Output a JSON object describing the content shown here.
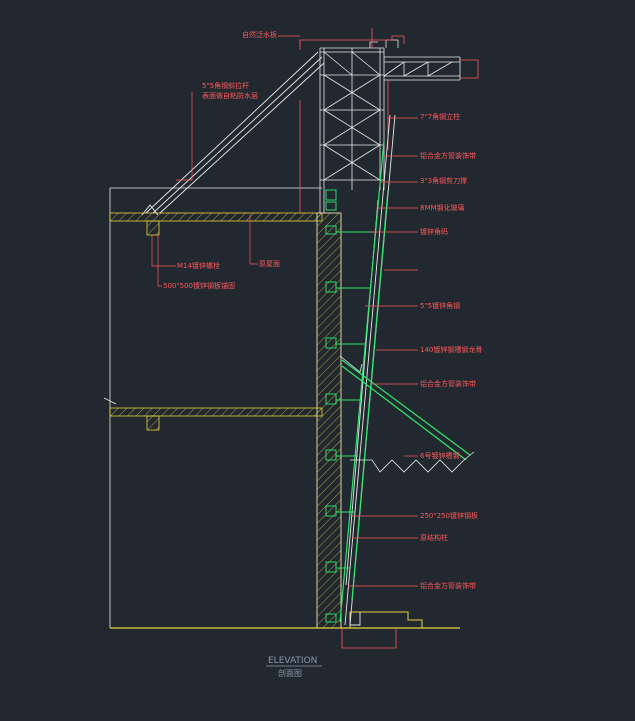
{
  "labels": {
    "top_board": "自然泛水板",
    "diagonal_rod_1": "5\"5角钢斜拉杆",
    "diagonal_rod_2": "表面做自粘防水层",
    "angle_column": "7\"7角钢立柱",
    "alu_pipe_1": "铝合金方管装饰带",
    "bracing": "3\"3角钢剪刀撑",
    "glass": "8MM钢化玻璃",
    "angle_code": "镀锌角码",
    "bolt": "M14镀锌螺栓",
    "roof": "原屋面",
    "plate_500": "500\"500镀锌钢板锚固",
    "angle_steel_5": "5\"5镀锌角钢",
    "steel_keel": "140镀锌钢槽钢龙骨",
    "alu_pipe_2": "铝合金方管装饰带",
    "channel_6": "6号镀锌槽钢",
    "plate_250": "250\"250镀锌钢板",
    "structural_column": "原结构柱",
    "alu_pipe_3": "铝合金方管装饰带"
  },
  "title": {
    "main": "ELEVATION",
    "sub": "剖面图"
  },
  "colors": {
    "background": "#212830",
    "outline": "#e8e8e8",
    "annotation": "#ff5757",
    "glass": "#2ee66a",
    "slab": "#e8d23a",
    "title": "#8a96a8"
  }
}
